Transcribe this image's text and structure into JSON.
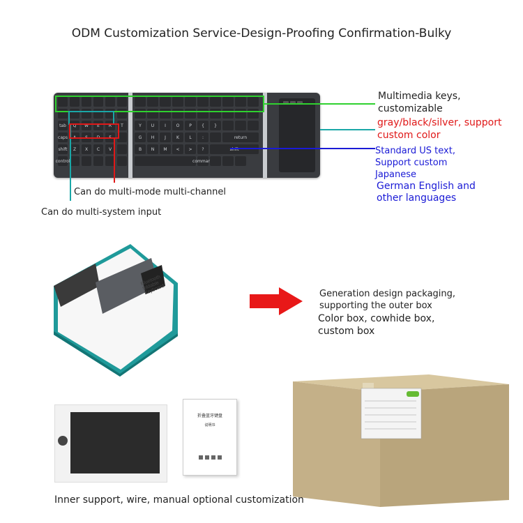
{
  "title": "ODM Customization Service-Design-Proofing Confirmation-Bulky",
  "labels": {
    "multimedia": [
      "Multimedia keys,",
      "customizable"
    ],
    "color": [
      "gray/black/silver, support",
      "custom color"
    ],
    "language": [
      "Standard US text,",
      "Support custom",
      "Japanese",
      "German English and",
      "other languages"
    ],
    "multi_mode": "Can do multi-mode multi-channel",
    "multi_system": "Can do multi-system input",
    "packaging": [
      "Generation design packaging,",
      "supporting the outer box"
    ],
    "box_types": [
      "Color box, cowhide box,",
      "custom box"
    ],
    "inner": "Inner support, wire, manual optional customization"
  },
  "keyboard": {
    "row2_left": [
      "Q",
      "W",
      "E",
      "R",
      "T"
    ],
    "row3_left": [
      "A",
      "S",
      "D",
      "F"
    ],
    "row4_left": [
      "Z",
      "X",
      "C",
      "V"
    ],
    "row2_right": [
      "Y",
      "U",
      "I",
      "O",
      "P",
      "{",
      "}"
    ],
    "row3_right": [
      "G",
      "H",
      "J",
      "K",
      "L",
      ":"
    ],
    "row4_right": [
      "B",
      "N",
      "M",
      "<",
      ">",
      "?"
    ],
    "fn_labels": [
      "tab",
      "caps",
      "shift",
      "control"
    ],
    "right_labels": [
      "return",
      "shift",
      "command"
    ]
  },
  "package_text": "Bluetooth foldable Keyboard",
  "manual_text": [
    "折叠蓝牙键盘",
    "说明书"
  ],
  "colors": {
    "green": "#2fd12f",
    "teal": "#1aa7a7",
    "blue": "#1a1ad6",
    "red": "#e01818",
    "brand_teal": "#1f9a9a"
  }
}
